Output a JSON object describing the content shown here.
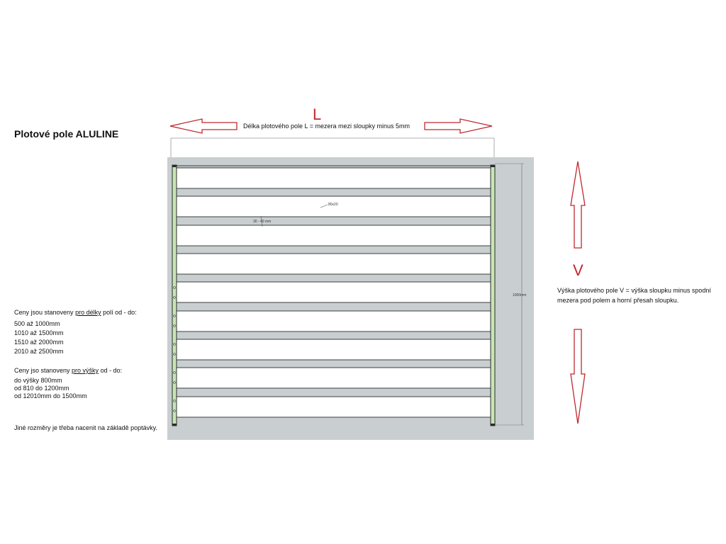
{
  "title": "Plotové pole ALULINE",
  "length_symbol": "L",
  "height_symbol": "V",
  "length_caption": "Délka plotového pole L = mezera mezi sloupky minus 5mm",
  "height_caption_line1": "Výška plotového pole V = výška sloupku  minus spodní",
  "height_caption_line2": "mezera pod polem a horní přesah sloupku.",
  "dim_slat": "80x20",
  "dim_gap": "30 - 40 mm",
  "dim_height": "1000mm",
  "length_prices": {
    "heading_before": "Ceny jsou stanoveny ",
    "heading_underlined": "pro délky",
    "heading_after": " polí od - do:",
    "ranges": [
      "500 až 1000mm",
      "1010 až 1500mm",
      "1510 až 2000mm",
      "2010 až 2500mm"
    ]
  },
  "height_prices": {
    "heading_before": "Ceny jso stanoveny ",
    "heading_underlined": "pro výšky",
    "heading_after": " od - do:",
    "ranges": [
      "do výšky 800mm",
      "od 810 do 1200mm",
      "od 12010mm do 1500mm"
    ]
  },
  "other_sizes_note": "Jiné rozměry je třeba nacenit na základě poptávky.",
  "colors": {
    "background_panel": "#c9cfd1",
    "slat_fill": "#ffffff",
    "post_fill": "#c6e6b4",
    "arrow_red": "#c0282d",
    "line_dark": "#2b2b2b"
  }
}
